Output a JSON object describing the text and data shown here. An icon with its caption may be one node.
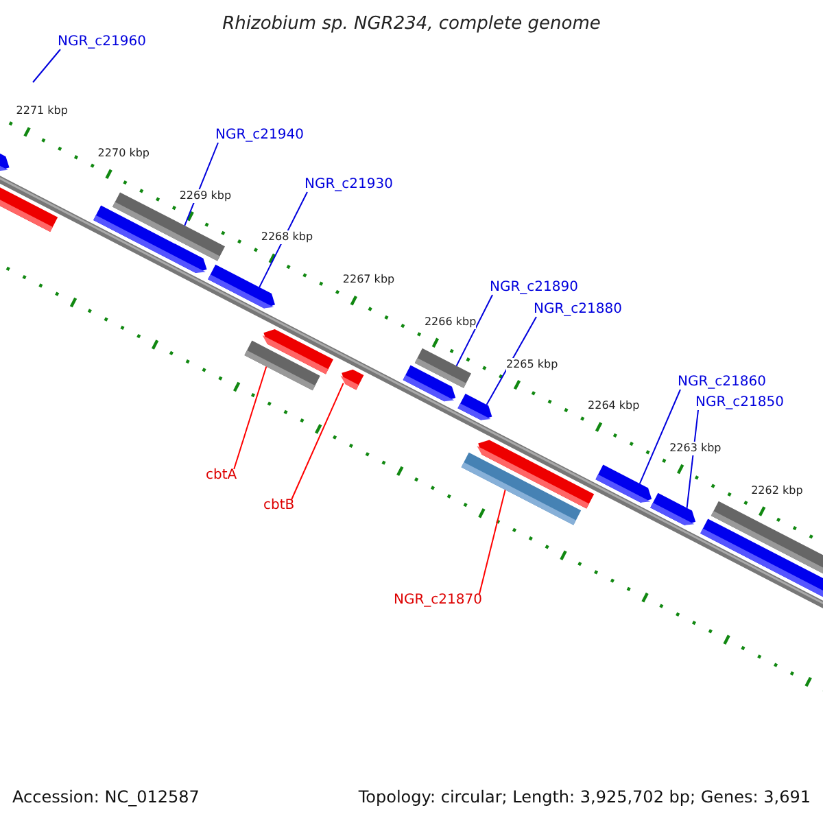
{
  "diagram": {
    "title": "Rhizobium sp. NGR234, complete genome",
    "nodes": [
      {
        "text": [
          "NGR_c21960"
        ]
      },
      {
        "text": [
          "NGR_c21940"
        ]
      },
      {
        "text": [
          "NGR_c21930"
        ]
      },
      {
        "text": [
          "NGR_c21890"
        ]
      },
      {
        "text": [
          "NGR_c21880"
        ]
      },
      {
        "text": [
          "NGR_c21860"
        ]
      },
      {
        "text": [
          "NGR_c21850"
        ]
      },
      {
        "text": [
          "cbtA"
        ]
      },
      {
        "text": [
          "cbtB"
        ]
      },
      {
        "text": [
          "NGR_c21870"
        ]
      },
      {
        "text": [],
        "shape": "arrow"
      },
      {
        "text": [],
        "shape": "arrow"
      },
      {
        "text": [],
        "shape": "bar"
      },
      {
        "text": [],
        "shape": "arrow"
      },
      {
        "text": [],
        "shape": "arrow"
      },
      {
        "text": [],
        "shape": "bar"
      },
      {
        "text": [],
        "shape": "arrow"
      },
      {
        "text": [],
        "shape": "arrow"
      },
      {
        "text": [],
        "shape": "arrow"
      },
      {
        "text": [],
        "shape": "bar"
      },
      {
        "text": [],
        "shape": "arrow"
      },
      {
        "text": [],
        "shape": "bar"
      },
      {
        "text": [],
        "shape": "arrow"
      },
      {
        "text": [],
        "shape": "arrow"
      },
      {
        "text": [],
        "shape": "arrow"
      },
      {
        "text": [],
        "shape": "arrow"
      },
      {
        "text": [],
        "shape": "bar"
      }
    ],
    "edges": [
      {
        "from": 0,
        "to": null,
        "arrow": "none"
      },
      {
        "from": 1,
        "to": 12,
        "arrow": "none"
      },
      {
        "from": 2,
        "to": 14,
        "arrow": "none"
      },
      {
        "from": 3,
        "to": 19,
        "arrow": "none"
      },
      {
        "from": 4,
        "to": 20,
        "arrow": "none"
      },
      {
        "from": 5,
        "to": 23,
        "arrow": "none"
      },
      {
        "from": 6,
        "to": 24,
        "arrow": "none"
      },
      {
        "from": 7,
        "to": 15,
        "arrow": "none",
        "color": "#ff0000"
      },
      {
        "from": 8,
        "to": 17,
        "arrow": "none",
        "color": "#ff0000"
      },
      {
        "from": 9,
        "to": 21,
        "arrow": "none",
        "color": "#ff0000"
      }
    ],
    "labels": [
      "2271 kbp",
      "2270 kbp",
      "2269 kbp",
      "2268 kbp",
      "2267 kbp",
      "2266 kbp",
      "2265 kbp",
      "2264 kbp",
      "2263 kbp",
      "2262 kbp",
      "Accession: NC_012587",
      "Topology: circular; Length: 3,925,702 bp; Genes: 3,691"
    ]
  }
}
